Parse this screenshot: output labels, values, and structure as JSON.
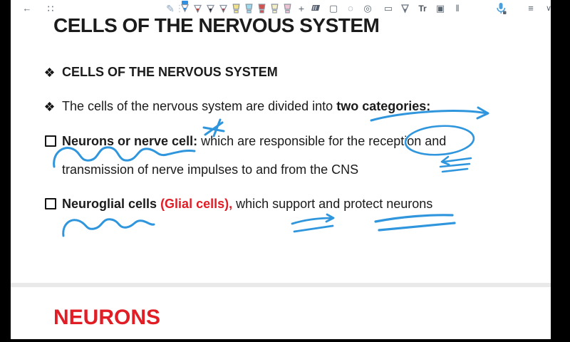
{
  "accent": {
    "annotation_ink": "#2f96dd",
    "text_red": "#e11d26",
    "text_black": "#1b1b1b"
  },
  "toolbar": {
    "icons": {
      "back": "←",
      "drag_handle": "∷",
      "pencil": "✎",
      "divider": "⋮",
      "add_pen": "+",
      "eraser": "svg-dark-parallelogram",
      "rect_select": "▢",
      "lasso_select": "◌",
      "circle_pen_tool": "◎",
      "screen_tool": "▭",
      "stylus_eraser": "svg-gray-pen",
      "text_tool": "Tr",
      "image_tool": "▣",
      "pause": "‖",
      "microphone": "svg-blue-mic",
      "menu": "≡",
      "chevron_down": "∨"
    },
    "pens": [
      {
        "name": "pen-blue",
        "type": "pen",
        "tip": "#2f8fe0",
        "selected": true
      },
      {
        "name": "pen-red",
        "type": "pen",
        "tip": "#b5403c",
        "selected": false
      },
      {
        "name": "pen-black",
        "type": "pen",
        "tip": "#2b2b2b",
        "selected": false
      },
      {
        "name": "pen-maroon",
        "type": "pen",
        "tip": "#9a4a52",
        "selected": false
      },
      {
        "name": "highlighter-yellow",
        "type": "highlighter",
        "tip": "#efe28a",
        "selected": false
      },
      {
        "name": "highlighter-light-blue",
        "type": "highlighter",
        "tip": "#9fd9ec",
        "selected": false
      },
      {
        "name": "highlighter-red",
        "type": "highlighter",
        "tip": "#d4524e",
        "selected": false
      },
      {
        "name": "highlighter-pale-yellow",
        "type": "highlighter",
        "tip": "#f3eec3",
        "selected": false
      },
      {
        "name": "highlighter-pink",
        "type": "highlighter",
        "tip": "#eec4d2",
        "selected": false
      }
    ]
  },
  "slide1": {
    "title": "CELLS OF THE NERVOUS SYSTEM",
    "bullet1": {
      "marker": "black-diamond-cluster",
      "text": "CELLS OF THE NERVOUS SYSTEM"
    },
    "bullet2": {
      "marker": "black-diamond-cluster",
      "text": "The cells of the nervous system are divided into ",
      "bold": "two categories:"
    },
    "bullet3": {
      "marker": "open-square",
      "bold": "Neurons or nerve cell:",
      "text": "  which are responsible for the reception and",
      "line2": "transmission of nerve impulses to and from the CNS"
    },
    "bullet4": {
      "marker": "open-square",
      "bold": "Neuroglial cells ",
      "red": "(Glial cells),",
      "text": " which support and protect neurons"
    }
  },
  "slide2": {
    "title": "NEURONS"
  },
  "annotations": {
    "ink_color": "#2f96dd",
    "strokes": [
      {
        "name": "arrow-under-two-categories",
        "type": "arrow",
        "under_text": "two categories:"
      },
      {
        "name": "asterisk-mark",
        "type": "asterisk",
        "near_text": "which"
      },
      {
        "name": "circle-around-reception",
        "type": "ellipse",
        "around_text": "reception"
      },
      {
        "name": "triple-underline-below-reception",
        "type": "emphasis-lines",
        "under_text": "reception"
      },
      {
        "name": "squiggle-under-neurons",
        "type": "wavy-underline",
        "under_text": "Neurons or nerve cell:"
      },
      {
        "name": "squiggle-under-neuroglial",
        "type": "wavy-underline",
        "under_text": "Neuroglial cells"
      },
      {
        "name": "double-underline-support",
        "type": "emphasis-lines",
        "under_text": "support"
      },
      {
        "name": "double-underline-protect",
        "type": "emphasis-lines",
        "under_text": "protect neurons"
      }
    ]
  }
}
